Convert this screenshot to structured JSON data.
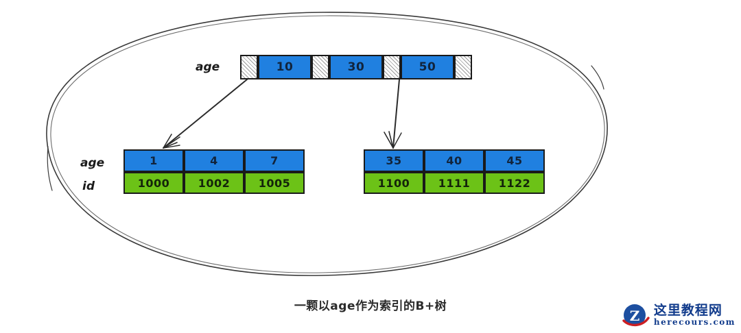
{
  "diagram": {
    "caption": "一颗以age作为索引的B+树",
    "colors": {
      "value_blue": "#2080e0",
      "id_green": "#6cc217",
      "stroke": "#1a1a1a",
      "pointer_hatch": "#9a9a9a"
    },
    "root": {
      "label": "age",
      "cells": [
        {
          "type": "pointer",
          "text": ""
        },
        {
          "type": "value",
          "text": "10"
        },
        {
          "type": "pointer",
          "text": ""
        },
        {
          "type": "value",
          "text": "30"
        },
        {
          "type": "pointer",
          "text": ""
        },
        {
          "type": "value",
          "text": "50"
        },
        {
          "type": "pointer",
          "text": ""
        }
      ]
    },
    "leaves": [
      {
        "name": "left-leaf",
        "age_label": "age",
        "id_label": "id",
        "ages": [
          "1",
          "4",
          "7"
        ],
        "ids": [
          "1000",
          "1002",
          "1005"
        ]
      },
      {
        "name": "right-leaf",
        "age_label": "",
        "id_label": "",
        "ages": [
          "35",
          "40",
          "45"
        ],
        "ids": [
          "1100",
          "1111",
          "1122"
        ]
      }
    ]
  },
  "watermark": {
    "site_name": "这里教程网",
    "url": "herecours.com",
    "logo_letter": "Z"
  }
}
